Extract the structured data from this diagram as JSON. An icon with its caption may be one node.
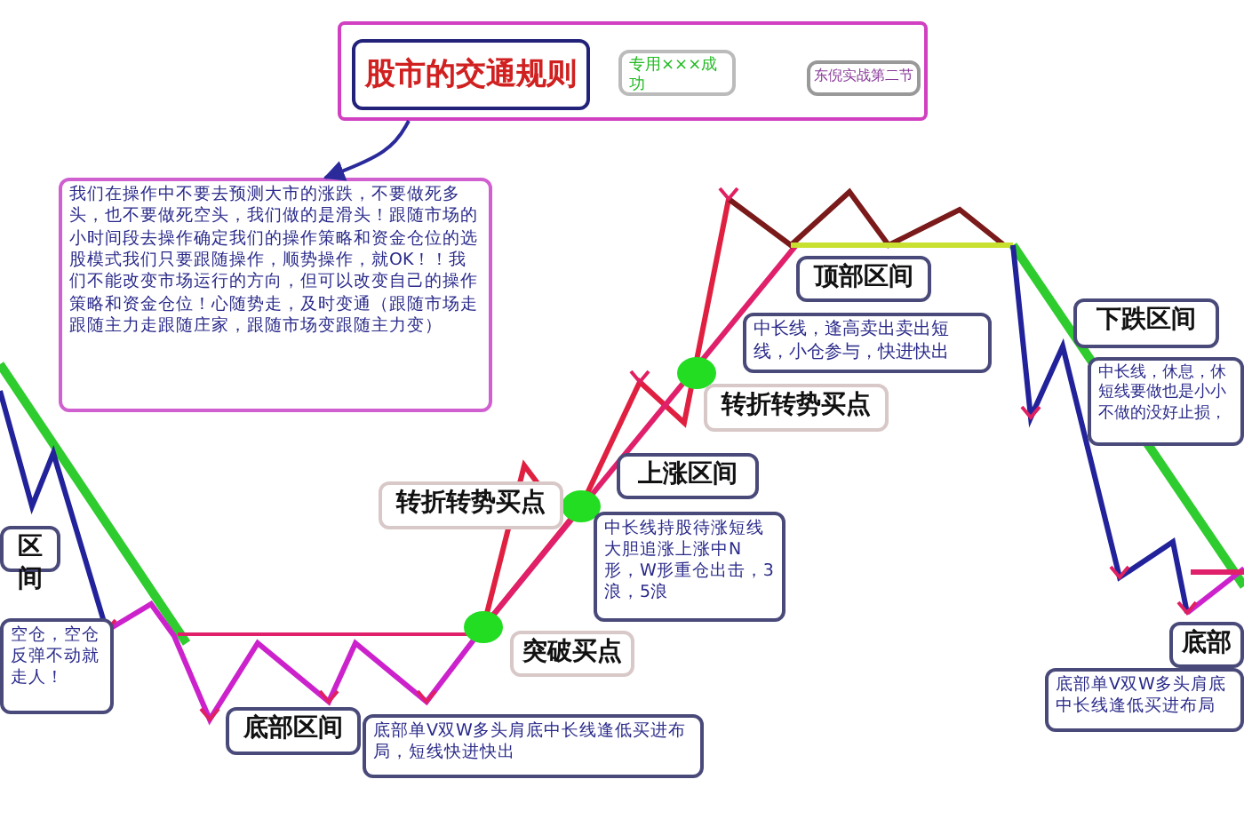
{
  "diagram": {
    "nodes": [
      {
        "text": [],
        "shape": "box"
      },
      {
        "text": [
          "股市的交通规则"
        ],
        "in": 0
      },
      {
        "text": [
          "专用×××成功"
        ],
        "in": 0
      },
      {
        "text": [
          "东倪实战第二节"
        ],
        "in": 0
      },
      {
        "text": [
          "我们在操作中不要去预测大市的涨跌，不要做死多头，也不要做死空头，我们做的是滑头！跟随市场的小时间段去操作确定我们的操作策略和资金仓位的选股模式我们只要跟随操作，顺势操作，就OK！！我们不能改变市场运行的方向，但可以改变自己的操作策略和资金仓位！心随势走，及时变通（跟随市场走跟随主力走跟随庄家，跟随市场变跟随主力变）"
        ]
      },
      {
        "text": [
          "顶部区间"
        ]
      },
      {
        "text": [
          "中长线，逢高卖出卖出短线，小仓参与，快进快出"
        ]
      },
      {
        "text": [
          "下跌区间"
        ]
      },
      {
        "text": [
          "中长线，休息，休短线要做也是小小不做的没好止损，"
        ]
      },
      {
        "text": [
          "区间"
        ]
      },
      {
        "text": [
          "转折转势买点"
        ]
      },
      {
        "text": [
          "上涨区间"
        ]
      },
      {
        "text": [
          "转折转势买点"
        ]
      },
      {
        "text": [
          "中长线持股待涨短线大胆追涨上涨中N形，W形重仓出击，3浪，5浪"
        ]
      },
      {
        "text": [
          "空仓，空仓反弹不动就走人！"
        ]
      },
      {
        "text": [
          "突破买点"
        ]
      },
      {
        "text": [
          "底部"
        ]
      },
      {
        "text": [
          "底部区间"
        ]
      },
      {
        "text": [
          "底部单V双W多头肩底中长线逢低买进布局"
        ]
      },
      {
        "text": [
          "底部单V双W多头肩底中长线逢低买进布局，短线快进快出"
        ]
      }
    ],
    "edges": [
      {
        "from": 0,
        "to": 4,
        "arrow": "to"
      }
    ]
  }
}
